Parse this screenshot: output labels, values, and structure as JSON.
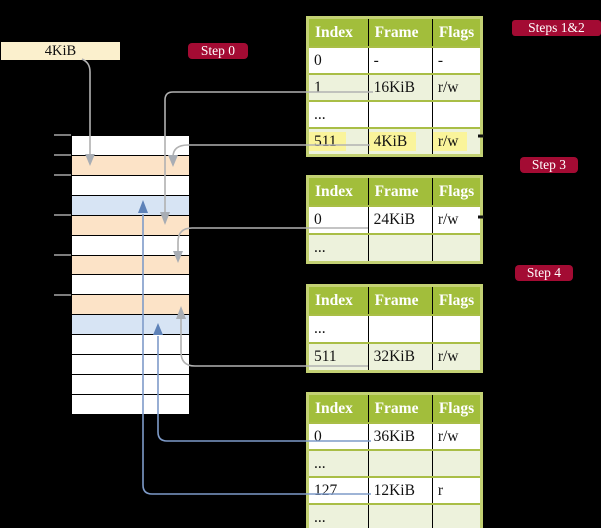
{
  "colors": {
    "background": "#000000",
    "badge_bg": "#A30B33",
    "badge_text": "#FFFFFF",
    "table_header_bg": "#A2BE3B",
    "table_alt_row_bg": "#EDF2DC",
    "table_outer_border": "#C3D173",
    "row_separator": "#A9BE46",
    "highlight_yellow": "#FAF49B",
    "page_table_frame_fill": "#FCE3C7",
    "data_page_frame_fill": "#D7E4F4",
    "base_box_fill": "#FBF0CD",
    "gray_arrow": "#B1B1B1",
    "blue_arrow": "#7E9BC9"
  },
  "base_pointer": {
    "label": "4KiB"
  },
  "badges": {
    "step0": "Step 0",
    "steps12": "Steps 1&2",
    "step3": "Step 3",
    "step4": "Step 4"
  },
  "tables": [
    {
      "id": "table-steps-1-2",
      "headers": [
        "Index",
        "Frame",
        "Flags"
      ],
      "rows": [
        {
          "cells": [
            "0",
            "-",
            "-"
          ]
        },
        {
          "cells": [
            "1",
            "16KiB",
            "r/w"
          ]
        },
        {
          "cells": [
            "...",
            "",
            ""
          ]
        },
        {
          "cells": [
            "511",
            "4KiB",
            "r/w"
          ],
          "highlighted": true
        }
      ]
    },
    {
      "id": "table-step-3",
      "headers": [
        "Index",
        "Frame",
        "Flags"
      ],
      "rows": [
        {
          "cells": [
            "0",
            "24KiB",
            "r/w"
          ]
        },
        {
          "cells": [
            "...",
            "",
            ""
          ]
        }
      ]
    },
    {
      "id": "table-step-4",
      "headers": [
        "Index",
        "Frame",
        "Flags"
      ],
      "rows": [
        {
          "cells": [
            "...",
            "",
            ""
          ]
        },
        {
          "cells": [
            "511",
            "32KiB",
            "r/w"
          ]
        }
      ]
    },
    {
      "id": "table-final",
      "headers": [
        "Index",
        "Frame",
        "Flags"
      ],
      "rows": [
        {
          "cells": [
            "0",
            "36KiB",
            "r/w"
          ]
        },
        {
          "cells": [
            "...",
            "",
            ""
          ]
        },
        {
          "cells": [
            "127",
            "12KiB",
            "r"
          ]
        },
        {
          "cells": [
            "...",
            "",
            ""
          ]
        }
      ]
    }
  ],
  "memory": {
    "cells": [
      {
        "kind": "unused"
      },
      {
        "kind": "page-table"
      },
      {
        "kind": "unused"
      },
      {
        "kind": "data-page"
      },
      {
        "kind": "page-table"
      },
      {
        "kind": "unused"
      },
      {
        "kind": "page-table"
      },
      {
        "kind": "unused"
      },
      {
        "kind": "page-table"
      },
      {
        "kind": "data-page"
      },
      {
        "kind": "unused"
      },
      {
        "kind": "unused"
      },
      {
        "kind": "unused"
      },
      {
        "kind": "unused"
      }
    ]
  },
  "arrows": [
    {
      "from": "base-pointer-box",
      "to": "memory-cell-2",
      "color": "gray"
    },
    {
      "from": "table-steps-1-2-row-1",
      "to": "memory-cell-5",
      "color": "gray"
    },
    {
      "from": "table-steps-1-2-row-511",
      "to": "memory-cell-2",
      "color": "gray"
    },
    {
      "from": "table-step-3-row-0",
      "to": "memory-cell-7",
      "color": "gray"
    },
    {
      "from": "table-step-4-row-511",
      "to": "memory-cell-9",
      "color": "gray"
    },
    {
      "from": "table-final-row-0",
      "to": "memory-cell-10",
      "color": "blue"
    },
    {
      "from": "table-final-row-127",
      "to": "memory-cell-4",
      "color": "blue"
    }
  ]
}
